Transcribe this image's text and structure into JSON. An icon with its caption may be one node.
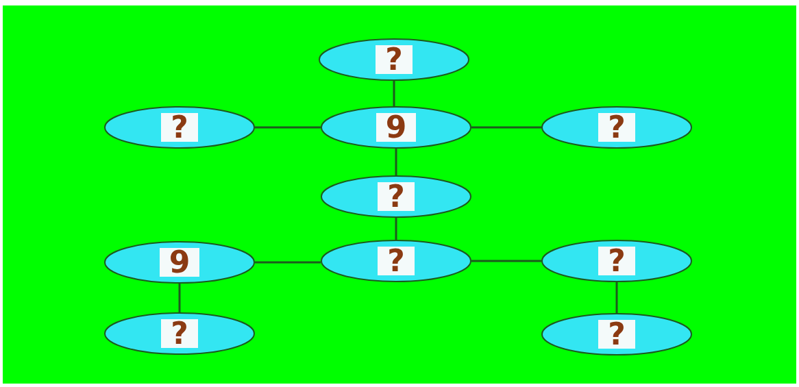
{
  "diagram": {
    "nodes": [
      {
        "text": [
          "?"
        ]
      },
      {
        "text": [
          "?"
        ]
      },
      {
        "text": [
          "9"
        ]
      },
      {
        "text": [
          "?"
        ]
      },
      {
        "text": [
          "?"
        ]
      },
      {
        "text": [
          "9"
        ]
      },
      {
        "text": [
          "?"
        ]
      },
      {
        "text": [
          "?"
        ]
      },
      {
        "text": [
          "?"
        ]
      },
      {
        "text": [
          "?"
        ]
      }
    ],
    "edges": [
      {
        "from": 0,
        "to": 2,
        "arrow": "none"
      },
      {
        "from": 1,
        "to": 2,
        "arrow": "none"
      },
      {
        "from": 2,
        "to": 3,
        "arrow": "none"
      },
      {
        "from": 2,
        "to": 4,
        "arrow": "none"
      },
      {
        "from": 4,
        "to": 6,
        "arrow": "none"
      },
      {
        "from": 5,
        "to": 6,
        "arrow": "none"
      },
      {
        "from": 6,
        "to": 7,
        "arrow": "none"
      },
      {
        "from": 5,
        "to": 8,
        "arrow": "none"
      },
      {
        "from": 7,
        "to": 9,
        "arrow": "none"
      }
    ]
  }
}
